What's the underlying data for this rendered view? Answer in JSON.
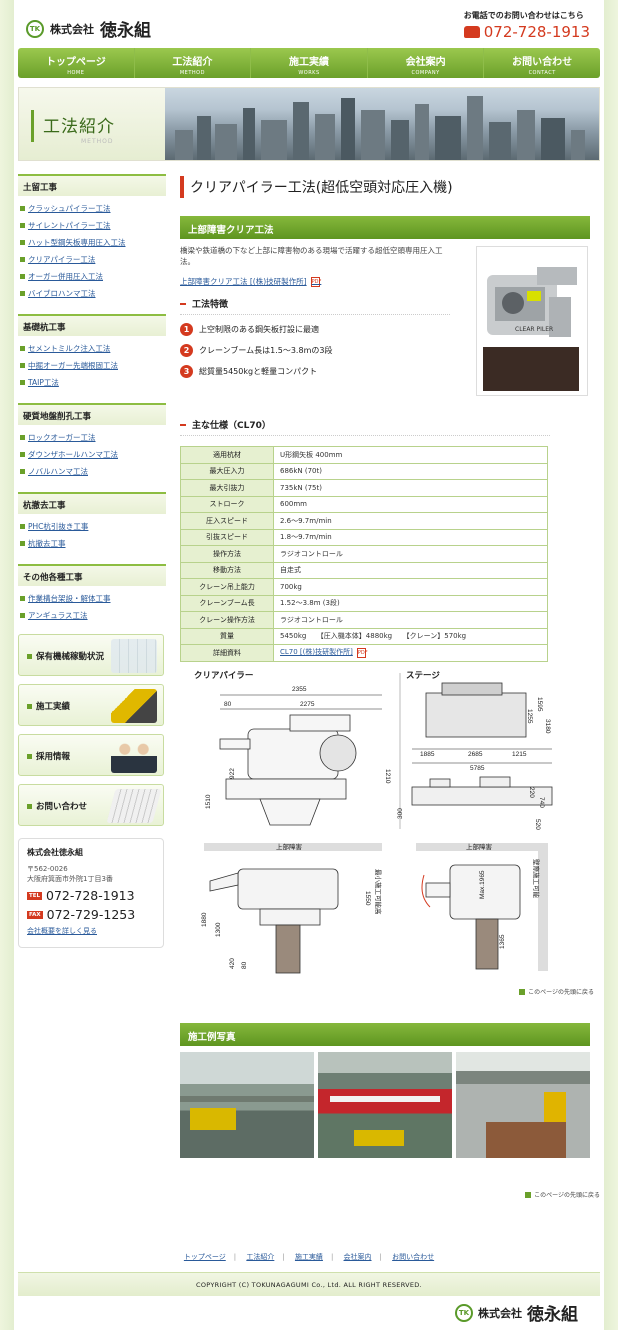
{
  "header": {
    "logo_mark": "TK",
    "company_prefix": "株式会社",
    "company_name": "徳永組",
    "contact_caption": "お電話でのお問い合わせはこちら",
    "phone": "072-728-1913"
  },
  "nav": [
    {
      "jp": "トップページ",
      "en": "HOME"
    },
    {
      "jp": "工法紹介",
      "en": "METHOD"
    },
    {
      "jp": "施工実績",
      "en": "WORKS"
    },
    {
      "jp": "会社案内",
      "en": "COMPANY"
    },
    {
      "jp": "お問い合わせ",
      "en": "CONTACT"
    }
  ],
  "hero": {
    "title": "工法紹介",
    "subtitle": "METHOD"
  },
  "sidebar": {
    "categories": [
      {
        "title": "土留工事",
        "items": [
          "クラッシュパイラー工法",
          "サイレントパイラー工法",
          "ハット型鋼矢板専用圧入工法",
          "クリアパイラー工法",
          "オーガー併用圧入工法",
          "バイブロハンマ工法"
        ]
      },
      {
        "title": "基礎杭工事",
        "items": [
          "セメントミルク注入工法",
          "中掘オーガー先端根固工法",
          "TAIP工法"
        ]
      },
      {
        "title": "硬質地盤削孔工事",
        "items": [
          "ロックオーガー工法",
          "ダウンザホールハンマ工法",
          "ノバルハンマ工法"
        ]
      },
      {
        "title": "杭撤去工事",
        "items": [
          "PHC杭引抜き工事",
          "杭撤去工事"
        ]
      },
      {
        "title": "その他各種工事",
        "items": [
          "作業構台架設・解体工事",
          "アンギュラス工法"
        ]
      }
    ],
    "banners": [
      "保有機械稼動状況",
      "施工実績",
      "採用情報",
      "お問い合わせ"
    ],
    "company": {
      "name": "株式会社徳永組",
      "postal": "〒562-0026",
      "address": "大阪府箕面市外院1丁目3番",
      "tel_tag": "TEL",
      "tel": "072-728-1913",
      "fax_tag": "FAX",
      "fax": "072-729-1253",
      "more": "会社概要を詳しく見る"
    }
  },
  "main": {
    "page_title": "クリアパイラー工法(超低空頭対応圧入機)",
    "section1": "上部障害クリア工法",
    "intro": "橋梁や鉄道橋の下など上部に障害物のある現場で活躍する超低空頭専用圧入工法。",
    "pdf_link": "上部障害クリア工法 [(株)技研製作所]",
    "pdf_icon": "PDF",
    "features_title": "工法特徴",
    "features": [
      {
        "num": "1",
        "text": "上空制限のある鋼矢板打設に最適"
      },
      {
        "num": "2",
        "text": "クレーンブーム長は1.5〜3.8mの3段"
      },
      {
        "num": "3",
        "text": "総質量5450kgと軽量コンパクト"
      }
    ],
    "photo_label": "CLEAR PILER",
    "spec_title": "主な仕様（CL70）",
    "spec": [
      {
        "k": "適用杭材",
        "v": "U形鋼矢板 400mm"
      },
      {
        "k": "最大圧入力",
        "v": "686kN (70t)"
      },
      {
        "k": "最大引抜力",
        "v": "735kN (75t)"
      },
      {
        "k": "ストローク",
        "v": "600mm"
      },
      {
        "k": "圧入スピード",
        "v": "2.6〜9.7m/min"
      },
      {
        "k": "引抜スピード",
        "v": "1.8〜9.7m/min"
      },
      {
        "k": "操作方法",
        "v": "ラジオコントロール"
      },
      {
        "k": "移動方法",
        "v": "自走式"
      },
      {
        "k": "クレーン吊上能力",
        "v": "700kg"
      },
      {
        "k": "クレーンブーム長",
        "v": "1.52〜3.8m (3段)"
      },
      {
        "k": "クレーン操作方法",
        "v": "ラジオコントロール"
      },
      {
        "k": "質量",
        "v": "5450kg　　【圧入機本体】4880kg　　【クレーン】570kg"
      },
      {
        "k": "詳細資料",
        "v": "CL70 [(株)技研製作所]"
      }
    ],
    "fig_left_label": "クリアパイラー",
    "fig_right_label": "ステージ",
    "dims_left": [
      "2355",
      "80",
      "2275",
      "922",
      "1210",
      "1510"
    ],
    "dims_right": [
      "1595",
      "1255",
      "3180",
      "1885",
      "2685",
      "1215",
      "5785",
      "220",
      "740",
      "300",
      "520"
    ],
    "fig_bottom_left_label": "上部障害",
    "fig_bottom_right_label": "上部障害",
    "dims_bl": [
      "1880",
      "1300",
      "420",
      "80",
      "1550",
      "最小施工可能高"
    ],
    "dims_br": [
      "Max.1965",
      "1365",
      "壁際施工可能"
    ],
    "to_top": "このページの先頭に戻る",
    "section2": "施工例写真"
  },
  "footer": {
    "links": [
      "トップページ",
      "工法紹介",
      "施工実績",
      "会社案内",
      "お問い合わせ"
    ],
    "copyright": "COPYRIGHT (C) TOKUNAGAGUMI Co., Ltd. ALL RIGHT RESERVED.",
    "logo_prefix": "株式会社",
    "logo_name": "徳永組"
  }
}
